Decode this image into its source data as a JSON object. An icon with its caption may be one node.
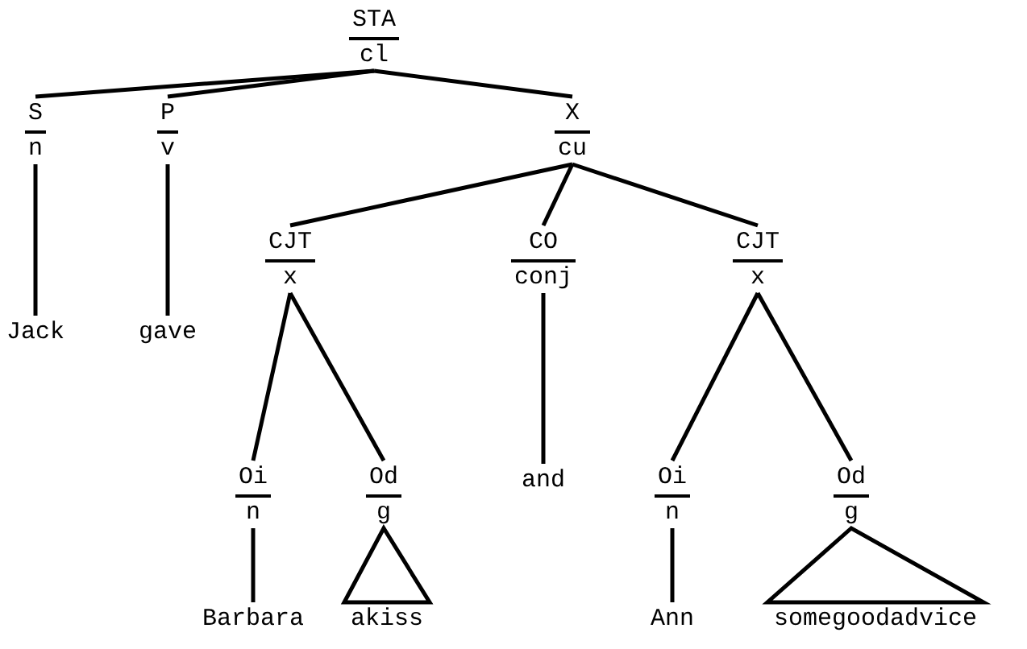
{
  "diagram": {
    "nodes": [
      {
        "text": [
          "STA",
          "cl"
        ]
      },
      {
        "text": [
          "S",
          "n"
        ]
      },
      {
        "text": [
          "P",
          "v"
        ]
      },
      {
        "text": [
          "X",
          "cu"
        ]
      },
      {
        "text": [
          "Jack"
        ]
      },
      {
        "text": [
          "gave"
        ]
      },
      {
        "text": [
          "CJT",
          "x"
        ]
      },
      {
        "text": [
          "CO",
          "conj"
        ]
      },
      {
        "text": [
          "CJT",
          "x"
        ]
      },
      {
        "text": [
          "Oi",
          "n"
        ]
      },
      {
        "text": [
          "Od",
          "g"
        ]
      },
      {
        "text": [
          "and"
        ]
      },
      {
        "text": [
          "Oi",
          "n"
        ]
      },
      {
        "text": [
          "Od",
          "g"
        ]
      },
      {
        "text": [
          "Barbara"
        ]
      },
      {
        "text": [
          "akiss"
        ]
      },
      {
        "text": [
          "Ann"
        ]
      },
      {
        "text": [
          "somegoodadvice"
        ]
      }
    ],
    "edges": [
      {
        "from": 0,
        "to": 1,
        "arrow": "none"
      },
      {
        "from": 0,
        "to": 2,
        "arrow": "none"
      },
      {
        "from": 0,
        "to": 3,
        "arrow": "none"
      },
      {
        "from": 1,
        "to": 4,
        "arrow": "none"
      },
      {
        "from": 2,
        "to": 5,
        "arrow": "none"
      },
      {
        "from": 3,
        "to": 6,
        "arrow": "none"
      },
      {
        "from": 3,
        "to": 7,
        "arrow": "none"
      },
      {
        "from": 3,
        "to": 8,
        "arrow": "none"
      },
      {
        "from": 6,
        "to": 9,
        "arrow": "none"
      },
      {
        "from": 6,
        "to": 10,
        "arrow": "none"
      },
      {
        "from": 7,
        "to": 11,
        "arrow": "none"
      },
      {
        "from": 8,
        "to": 12,
        "arrow": "none"
      },
      {
        "from": 8,
        "to": 13,
        "arrow": "none"
      },
      {
        "from": 9,
        "to": 14,
        "arrow": "none"
      },
      {
        "from": 10,
        "to": 15,
        "arrow": "none"
      },
      {
        "from": 12,
        "to": 16,
        "arrow": "none"
      },
      {
        "from": 13,
        "to": 17,
        "arrow": "none"
      }
    ]
  }
}
